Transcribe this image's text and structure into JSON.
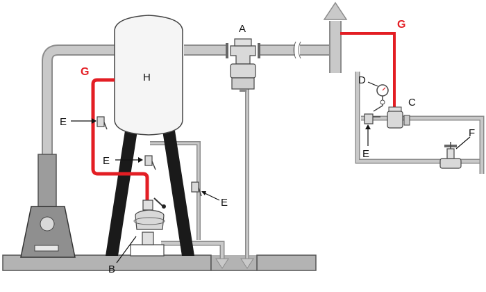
{
  "labels": {
    "A": "A",
    "B": "B",
    "C": "C",
    "D": "D",
    "E": "E",
    "F": "F",
    "G": "G",
    "H": "H"
  },
  "colors": {
    "pipe": "#c9c9c9",
    "pipe_outline": "#8c8c8c",
    "equalizing_line": "#e31e24",
    "equipment": "#d9d9d9",
    "legs": "#1a1a1a",
    "foundation": "#b3b3b3"
  }
}
